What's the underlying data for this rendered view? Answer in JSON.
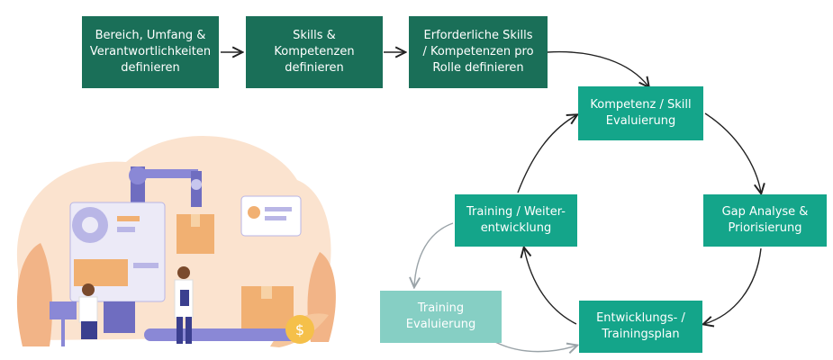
{
  "top_flow": [
    {
      "label": "Bereich, Umfang &\nVerantwortlichkeiten\ndefinieren"
    },
    {
      "label": "Skills & Kompetenzen\ndefinieren"
    },
    {
      "label": "Erforderliche Skills\n/ Kompetenzen pro\nRolle definieren"
    }
  ],
  "cycle": [
    {
      "label": "Kompetenz / Skill\nEvaluierung"
    },
    {
      "label": "Gap Analyse &\nPriorisierung"
    },
    {
      "label": "Entwicklungs- /\nTrainingsplan"
    },
    {
      "label": "Training / Weiter-\nentwicklung"
    }
  ],
  "side_step": {
    "label": "Training\nEvaluierung"
  },
  "colors": {
    "dark_green": "#1a6f58",
    "teal": "#14a58a",
    "pale_teal": "#86cfc4",
    "arrow": "#222222",
    "arrow_light": "#9aa3a8"
  },
  "illustration": {
    "icon": "factory-worker-illustration"
  }
}
